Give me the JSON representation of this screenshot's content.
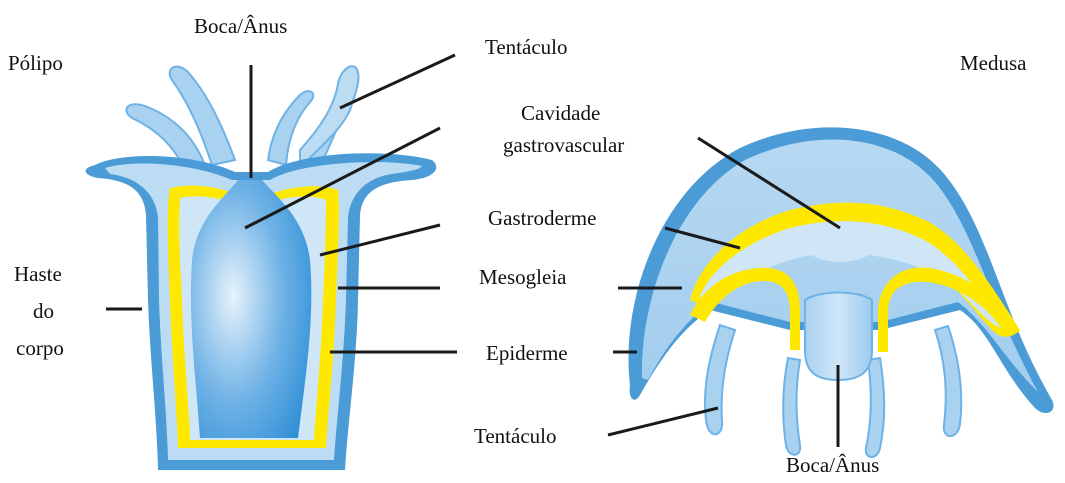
{
  "labels": {
    "polyp_title": "Pólipo",
    "medusa_title": "Medusa",
    "mouth_anus_top": "Boca/Ânus",
    "tentacle_top": "Tentáculo",
    "cavity_line1": "Cavidade",
    "cavity_line2": "gastrovascular",
    "gastroderm": "Gastroderme",
    "mesoglea": "Mesogleia",
    "epidermis": "Epiderme",
    "tentacle_bottom": "Tentáculo",
    "mouth_anus_bottom": "Boca/Ânus",
    "stalk_line1": "Haste",
    "stalk_line2": "do",
    "stalk_line3": "corpo"
  },
  "colors": {
    "epidermis": "#4a9bd6",
    "epidermis_light": "#bcdcf3",
    "mesoglea": "#ffe800",
    "gastroderm_fill": "#cfe6f7",
    "cavity_dark": "#2f8fd6",
    "tentacle": "#a9d2f0",
    "line": "#1a1a1a"
  }
}
